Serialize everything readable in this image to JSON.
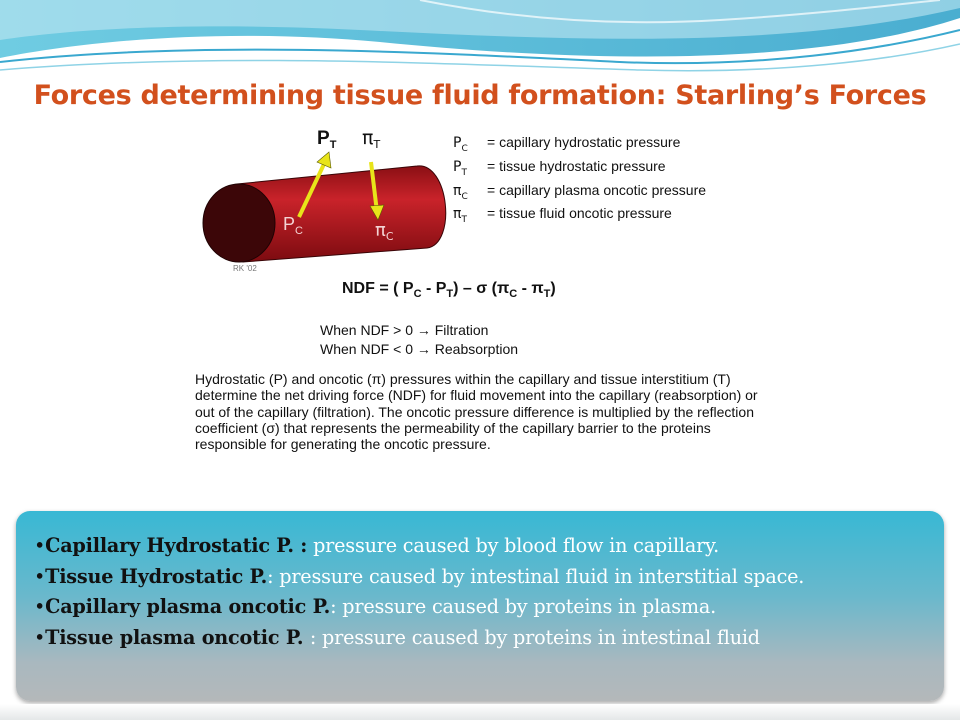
{
  "title": "Forces determining tissue fluid formation: Starling’s Forces",
  "diagram": {
    "vessel_labels": {
      "pt_top": "P",
      "pt_top_sub": "T",
      "pit_top": "π",
      "pit_top_sub": "T",
      "pc": "P",
      "pc_sub": "C",
      "pic": "π",
      "pic_sub": "C",
      "credit": "RK '02"
    },
    "legend": [
      {
        "symbol": "P",
        "sub": "C",
        "text": "= capillary hydrostatic pressure"
      },
      {
        "symbol": "P",
        "sub": "T",
        "text": "= tissue hydrostatic pressure"
      },
      {
        "symbol": "π",
        "sub": "C",
        "text": "= capillary plasma oncotic pressure"
      },
      {
        "symbol": "π",
        "sub": "T",
        "text": "= tissue fluid oncotic pressure"
      }
    ],
    "equation": {
      "lhs": "NDF = ( P",
      "s1": "C",
      "m1": " - P",
      "s2": "T",
      "m2": ") – σ (π",
      "s3": "C",
      "m3": " - π",
      "s4": "T",
      "end": ")"
    },
    "conditions": [
      "When NDF > 0 → Filtration",
      "When NDF < 0 → Reabsorption"
    ],
    "paragraph": "Hydrostatic (P) and oncotic (π) pressures within the capillary and tissue interstitium (T) determine the net driving force (NDF) for fluid movement into the capillary (reabsorption) or out of the capillary (filtration). The oncotic pressure difference is multiplied by the reflection coefficient (σ) that represents the permeability of the capillary barrier to the proteins responsible for generating the oncotic pressure."
  },
  "bullets": [
    {
      "term": "Capillary Hydrostatic P. :",
      "desc": " pressure caused by blood flow in capillary."
    },
    {
      "term": "Tissue Hydrostatic P.",
      "desc": ": pressure caused by intestinal fluid in interstitial space."
    },
    {
      "term": "Capillary plasma oncotic P.",
      "desc": ": pressure caused by proteins in plasma."
    },
    {
      "term": "Tissue plasma oncotic P. ",
      "desc": ": pressure caused by proteins in intestinal fluid"
    }
  ],
  "colors": {
    "title": "#d2501d",
    "vessel": "#b3141c",
    "arrow": "#e8e41a",
    "box_top": "#38b8d4",
    "box_bottom": "#b4b8ba"
  }
}
